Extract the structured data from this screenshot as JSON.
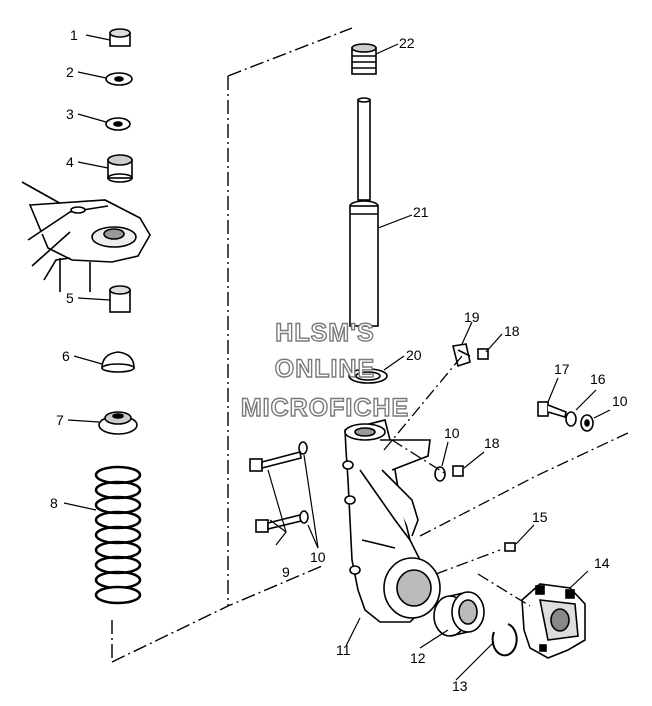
{
  "watermark": {
    "line1": "HLSM'S",
    "line2": "ONLINE",
    "line3": "MICROFICHE"
  },
  "callouts": [
    "1",
    "2",
    "3",
    "4",
    "5",
    "6",
    "7",
    "8",
    "9",
    "10",
    "10",
    "10",
    "10",
    "11",
    "12",
    "13",
    "14",
    "15",
    "16",
    "17",
    "18",
    "18",
    "19",
    "20",
    "21",
    "22"
  ],
  "colors": {
    "ink": "#000000",
    "part_fill": "#ffffff",
    "shade": "#9a9a9a",
    "watermark_stroke": "#7a7a7a"
  }
}
